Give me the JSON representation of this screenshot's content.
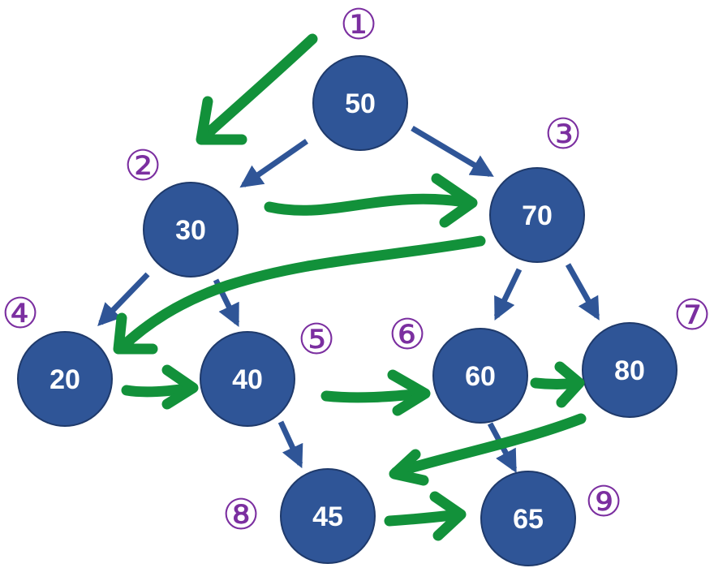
{
  "colors": {
    "node_fill": "#2f5597",
    "node_stroke": "#1f3a6b",
    "tree_edge": "#2f5597",
    "traversal_arrow": "#12913a",
    "order_label": "#7b2fa0",
    "node_text": "#ffffff"
  },
  "nodes": [
    {
      "id": "n50",
      "value": "50",
      "order": "①"
    },
    {
      "id": "n30",
      "value": "30",
      "order": "②"
    },
    {
      "id": "n70",
      "value": "70",
      "order": "③"
    },
    {
      "id": "n20",
      "value": "20",
      "order": "④"
    },
    {
      "id": "n40",
      "value": "40",
      "order": "⑤"
    },
    {
      "id": "n60",
      "value": "60",
      "order": "⑥"
    },
    {
      "id": "n80",
      "value": "80",
      "order": "⑦"
    },
    {
      "id": "n45",
      "value": "45",
      "order": "⑧"
    },
    {
      "id": "n65",
      "value": "65",
      "order": "⑨"
    }
  ],
  "tree_edges": [
    {
      "from": "50",
      "to": "30"
    },
    {
      "from": "50",
      "to": "70"
    },
    {
      "from": "30",
      "to": "20"
    },
    {
      "from": "30",
      "to": "40"
    },
    {
      "from": "70",
      "to": "60"
    },
    {
      "from": "70",
      "to": "80"
    },
    {
      "from": "40",
      "to": "45"
    },
    {
      "from": "60",
      "to": "65"
    }
  ],
  "traversal_path": [
    "50",
    "30",
    "70",
    "20",
    "40",
    "60",
    "80",
    "45",
    "65"
  ]
}
